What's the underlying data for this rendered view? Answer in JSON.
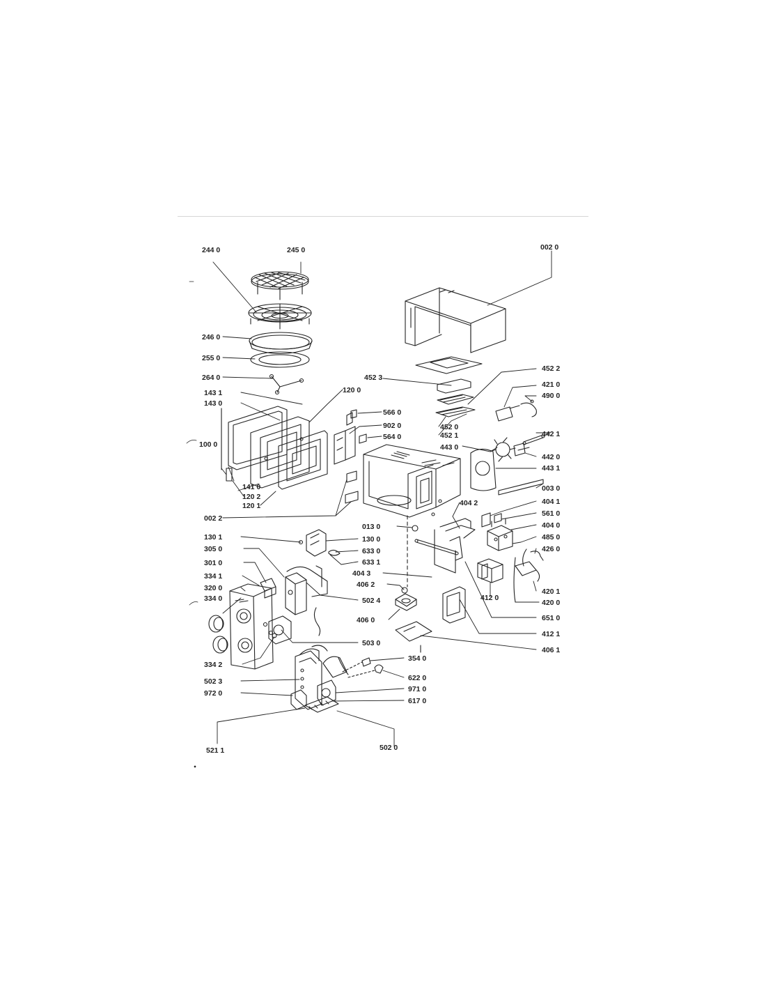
{
  "labels": {
    "l2440": "244 0",
    "l2450": "245 0",
    "l0020": "002 0",
    "l2460": "246 0",
    "l2550": "255 0",
    "l2640": "264 0",
    "l1431": "143 1",
    "l1200": "120 0",
    "l1430": "143 0",
    "l1000": "100 0",
    "l1410": "141 0",
    "l1202": "120 2",
    "l1201": "120 1",
    "l0022": "002 2",
    "l1301": "130 1",
    "l3050": "305 0",
    "l3010": "301 0",
    "l3341": "334 1",
    "l3200": "320 0",
    "l3340": "334 0",
    "l3342": "334 2",
    "l5023": "502 3",
    "l9720": "972 0",
    "l5211": "521 1",
    "l5020": "502 0",
    "l4523": "452 3",
    "l5660": "566 0",
    "l9020": "902 0",
    "l5640": "564 0",
    "l4520": "452 0",
    "l4521": "452 1",
    "l4522": "452 2",
    "l4210": "421 0",
    "l4900": "490 0",
    "l4421": "442 1",
    "l4430": "443 0",
    "l4420": "442 0",
    "l4431": "443 1",
    "l0030": "003 0",
    "l4042": "404 2",
    "l4041": "404 1",
    "l5610": "561 0",
    "l4040": "404 0",
    "l4850": "485 0",
    "l4260": "426 0",
    "l0130": "013 0",
    "l1300": "130 0",
    "l6330": "633 0",
    "l6331": "633 1",
    "l4043": "404 3",
    "l4062": "406 2",
    "l4060": "406 0",
    "l5024": "502 4",
    "l5030": "503 0",
    "l4120": "412 0",
    "l4201": "420 1",
    "l4200": "420 0",
    "l6510": "651 0",
    "l4121": "412 1",
    "l4061": "406 1",
    "l3540": "354 0",
    "l6220": "622 0",
    "l9710": "971 0",
    "l6170": "617 0"
  }
}
